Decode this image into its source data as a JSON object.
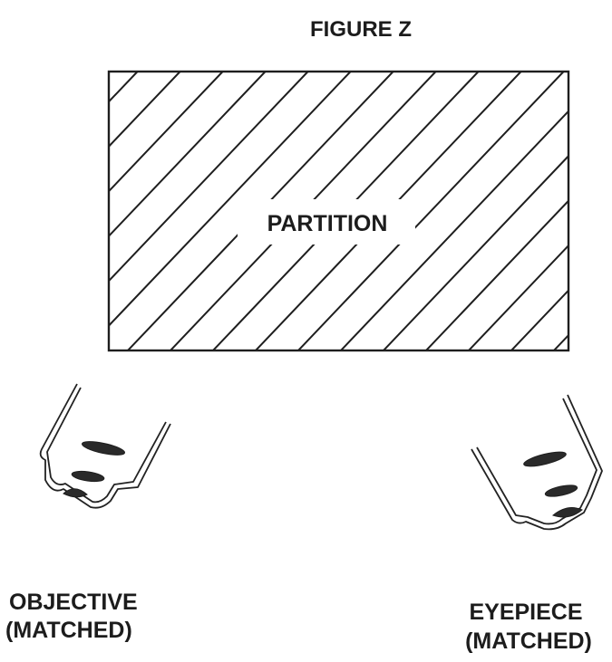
{
  "figure": {
    "title": "FIGURE Z",
    "partition_label": "PARTITION",
    "left_label_line1": "OBJECTIVE",
    "left_label_line2": "(MATCHED)",
    "right_label_line1": "EYEPIECE",
    "right_label_line2": "(MATCHED)"
  }
}
